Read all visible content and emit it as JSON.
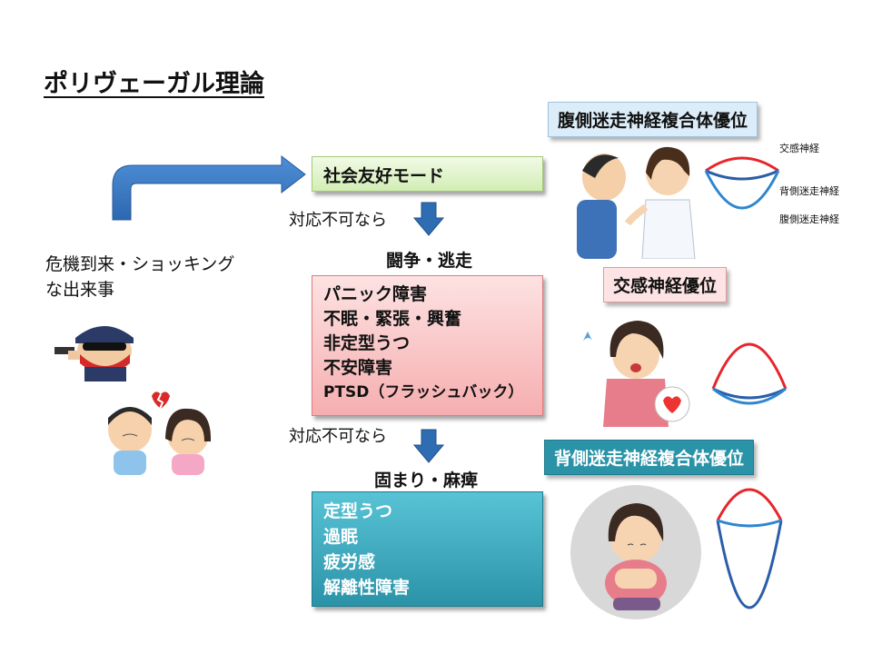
{
  "title": "ポリヴェーガル理論",
  "trigger": [
    "危機到来・ショッキング",
    "な出来事"
  ],
  "social_mode": "社会友好モード",
  "cannot_cope_1": "対応不可なら",
  "fight_flight": "闘争・逃走",
  "fight_flight_items": [
    "パニック障害",
    "不眠・緊張・興奮",
    "非定型うつ",
    "不安障害",
    "PTSD（フラッシュバック）"
  ],
  "cannot_cope_2": "対応不可なら",
  "freeze": "固まり・麻痺",
  "freeze_items": [
    "定型うつ",
    "過眠",
    "疲労感",
    "解離性障害"
  ],
  "states": {
    "ventral": "腹側迷走神経複合体優位",
    "sympathetic": "交感神経優位",
    "dorsal": "背側迷走神経複合体優位"
  },
  "nerve_labels": [
    "交感神経",
    "背側迷走神経",
    "腹側迷走神経"
  ],
  "colors": {
    "sympathetic_curve": "#e8252b",
    "dorsal_curve": "#2a5ea8",
    "ventral_curve": "#2e86d0",
    "arrow": "#2f6db3"
  }
}
